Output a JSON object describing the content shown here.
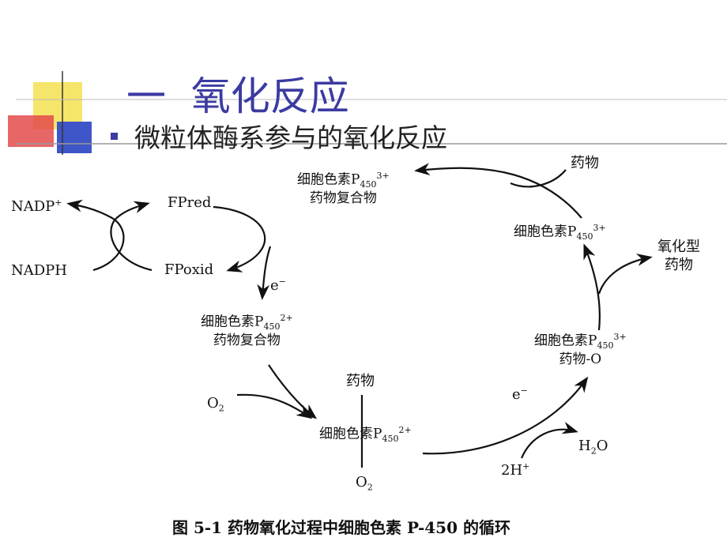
{
  "slide": {
    "title_number": "一",
    "title": "氧化反应",
    "subtitle": "微粒体酶系参与的氧化反应"
  },
  "colors": {
    "title": "#3b3ba2",
    "decor_yellow": "#f5e56a",
    "decor_red": "#e34b4b",
    "decor_blue": "#3f56c8",
    "bullet": "#3b3ba2"
  },
  "diagram": {
    "nadp": {
      "base": "NADP",
      "sup": "+"
    },
    "nadph": "NADPH",
    "fpred": "FPred",
    "fpoxid": "FPoxid",
    "e1": {
      "base": "e",
      "sup": "−"
    },
    "e2": {
      "base": "e",
      "sup": "−"
    },
    "p450_text": "细胞色素P",
    "p450_sub": "450",
    "c_top": {
      "sup": "3+",
      "line2": "药物复合物"
    },
    "c_left": {
      "sup": "2+",
      "line2": "药物复合物"
    },
    "c_center": {
      "sup": "2+"
    },
    "c_right_up": {
      "sup": "3+"
    },
    "c_right": {
      "sup": "3+",
      "line2": "药物-O"
    },
    "drug_top_right": "药物",
    "drug_center": "药物",
    "oxidized_drug": [
      "氧化型",
      "药物"
    ],
    "o2_left": {
      "base": "O",
      "sub": "2"
    },
    "o2_bottom": {
      "base": "O",
      "sub": "2"
    },
    "h2o": {
      "a": "H",
      "sub": "2",
      "b": "O"
    },
    "h2": {
      "base": "2H",
      "sup": "+"
    }
  },
  "caption": "图 5-1    药物氧化过程中细胞色素 P-450 的循环"
}
